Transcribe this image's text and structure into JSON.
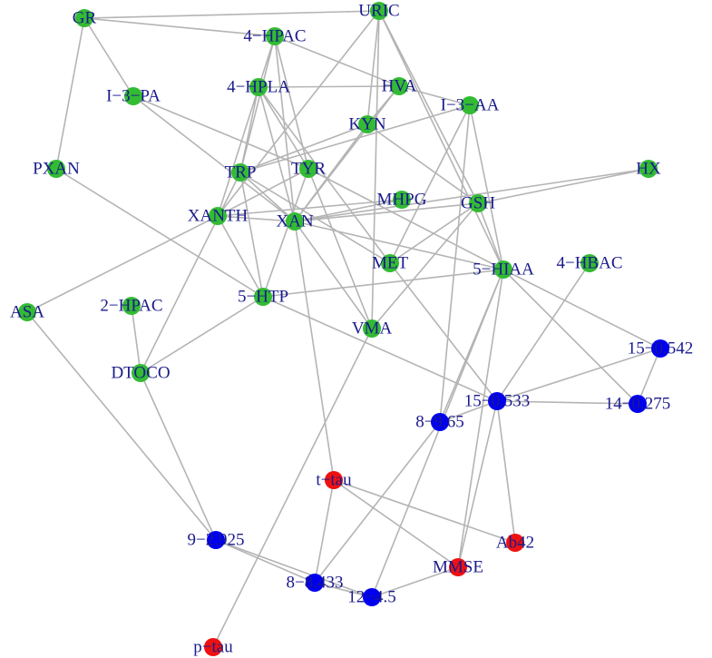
{
  "colors": {
    "green": "#33bb33",
    "blue": "#0000ee",
    "red": "#ee1111",
    "edge": "#b4b4b4",
    "label": "#1a1a8c"
  },
  "nodes": [
    {
      "id": "GR",
      "label": "GR",
      "group": "green"
    },
    {
      "id": "URIC",
      "label": "URIC",
      "group": "green"
    },
    {
      "id": "4-HPAC",
      "label": "4−HPAC",
      "group": "green"
    },
    {
      "id": "I-3-PA",
      "label": "I−3−PA",
      "group": "green"
    },
    {
      "id": "4-HPLA",
      "label": "4−HPLA",
      "group": "green"
    },
    {
      "id": "HVA",
      "label": "HVA",
      "group": "green"
    },
    {
      "id": "I-3-AA",
      "label": "I−3−AA",
      "group": "green"
    },
    {
      "id": "KYN",
      "label": "KYN",
      "group": "green"
    },
    {
      "id": "PXAN",
      "label": "PXAN",
      "group": "green"
    },
    {
      "id": "TRP",
      "label": "TRP",
      "group": "green"
    },
    {
      "id": "TYR",
      "label": "TYR",
      "group": "green"
    },
    {
      "id": "HX",
      "label": "HX",
      "group": "green"
    },
    {
      "id": "XANTH",
      "label": "XANTH",
      "group": "green"
    },
    {
      "id": "XAN",
      "label": "XAN",
      "group": "green"
    },
    {
      "id": "MHPG",
      "label": "MHPG",
      "group": "green"
    },
    {
      "id": "GSH",
      "label": "GSH",
      "group": "green"
    },
    {
      "id": "MET",
      "label": "MET",
      "group": "green"
    },
    {
      "id": "5-HIAA",
      "label": "5−HIAA",
      "group": "green"
    },
    {
      "id": "4-HBAC",
      "label": "4−HBAC",
      "group": "green"
    },
    {
      "id": "ASA",
      "label": "ASA",
      "group": "green"
    },
    {
      "id": "2-HPAC",
      "label": "2−HPAC",
      "group": "green"
    },
    {
      "id": "5-HTP",
      "label": "5−HTP",
      "group": "green"
    },
    {
      "id": "VMA",
      "label": "VMA",
      "group": "green"
    },
    {
      "id": "DTOCO",
      "label": "DTOCO",
      "group": "green"
    },
    {
      "id": "15-0.542",
      "label": "15−0.542",
      "group": "blue"
    },
    {
      "id": "15-0.533",
      "label": "15−0.533",
      "group": "blue"
    },
    {
      "id": "14-0.275",
      "label": "14−0.275",
      "group": "blue"
    },
    {
      "id": "8-9.65",
      "label": "8−9.65",
      "group": "blue"
    },
    {
      "id": "t-tau",
      "label": "t−tau",
      "group": "red"
    },
    {
      "id": "9-2.925",
      "label": "9−2.925",
      "group": "blue"
    },
    {
      "id": "Ab42",
      "label": "Ab42",
      "group": "red"
    },
    {
      "id": "MMSE",
      "label": "MMSE",
      "group": "red"
    },
    {
      "id": "8-8.433",
      "label": "8−8.433",
      "group": "blue"
    },
    {
      "id": "12-4.5",
      "label": "12−4.5",
      "group": "blue"
    },
    {
      "id": "p-tau",
      "label": "p−tau",
      "group": "red"
    }
  ],
  "edges": [
    [
      "GR",
      "4-HPAC"
    ],
    [
      "GR",
      "I-3-PA"
    ],
    [
      "GR",
      "PXAN"
    ],
    [
      "GR",
      "URIC"
    ],
    [
      "4-HPAC",
      "HVA"
    ],
    [
      "4-HPAC",
      "TRP"
    ],
    [
      "4-HPAC",
      "XAN"
    ],
    [
      "4-HPAC",
      "TYR"
    ],
    [
      "4-HPAC",
      "XANTH"
    ],
    [
      "I-3-PA",
      "TYR"
    ],
    [
      "I-3-PA",
      "XAN"
    ],
    [
      "4-HPLA",
      "HVA"
    ],
    [
      "4-HPLA",
      "TRP"
    ],
    [
      "4-HPLA",
      "XAN"
    ],
    [
      "4-HPLA",
      "TYR"
    ],
    [
      "4-HPLA",
      "MET"
    ],
    [
      "URIC",
      "KYN"
    ],
    [
      "URIC",
      "XANTH"
    ],
    [
      "URIC",
      "5-HIAA"
    ],
    [
      "URIC",
      "GSH"
    ],
    [
      "URIC",
      "VMA"
    ],
    [
      "HVA",
      "I-3-AA"
    ],
    [
      "HVA",
      "KYN"
    ],
    [
      "HVA",
      "XAN"
    ],
    [
      "I-3-AA",
      "TRP"
    ],
    [
      "I-3-AA",
      "5-HIAA"
    ],
    [
      "I-3-AA",
      "MET"
    ],
    [
      "I-3-AA",
      "8-9.65"
    ],
    [
      "KYN",
      "TRP"
    ],
    [
      "KYN",
      "XAN"
    ],
    [
      "KYN",
      "GSH"
    ],
    [
      "PXAN",
      "5-HTP"
    ],
    [
      "TRP",
      "5-HTP"
    ],
    [
      "TRP",
      "MET"
    ],
    [
      "TRP",
      "XAN"
    ],
    [
      "TRP",
      "DTOCO"
    ],
    [
      "TYR",
      "XANTH"
    ],
    [
      "TYR",
      "5-HTP"
    ],
    [
      "TYR",
      "5-HIAA"
    ],
    [
      "TYR",
      "VMA"
    ],
    [
      "XANTH",
      "MHPG"
    ],
    [
      "XANTH",
      "ASA"
    ],
    [
      "XANTH",
      "5-HTP"
    ],
    [
      "XANTH",
      "XAN"
    ],
    [
      "XAN",
      "GSH"
    ],
    [
      "XAN",
      "MHPG"
    ],
    [
      "XAN",
      "VMA"
    ],
    [
      "XAN",
      "t-tau"
    ],
    [
      "XAN",
      "5-HIAA"
    ],
    [
      "HX",
      "GSH"
    ],
    [
      "HX",
      "XAN"
    ],
    [
      "GSH",
      "5-HIAA"
    ],
    [
      "GSH",
      "VMA"
    ],
    [
      "GSH",
      "MET"
    ],
    [
      "MET",
      "15-0.533"
    ],
    [
      "5-HIAA",
      "5-HTP"
    ],
    [
      "5-HIAA",
      "15-0.542"
    ],
    [
      "5-HIAA",
      "14-0.275"
    ],
    [
      "5-HIAA",
      "8-9.65"
    ],
    [
      "5-HIAA",
      "12-4.5"
    ],
    [
      "5-HIAA",
      "MMSE"
    ],
    [
      "4-HBAC",
      "15-0.533"
    ],
    [
      "ASA",
      "9-2.925"
    ],
    [
      "2-HPAC",
      "DTOCO"
    ],
    [
      "5-HTP",
      "DTOCO"
    ],
    [
      "5-HTP",
      "15-0.533"
    ],
    [
      "VMA",
      "p-tau"
    ],
    [
      "15-0.542",
      "15-0.533"
    ],
    [
      "15-0.542",
      "14-0.275"
    ],
    [
      "15-0.533",
      "14-0.275"
    ],
    [
      "15-0.533",
      "8-9.65"
    ],
    [
      "15-0.533",
      "Ab42"
    ],
    [
      "15-0.533",
      "MMSE"
    ],
    [
      "8-9.65",
      "8-8.433"
    ],
    [
      "t-tau",
      "Ab42"
    ],
    [
      "t-tau",
      "MMSE"
    ],
    [
      "t-tau",
      "8-8.433"
    ],
    [
      "DTOCO",
      "9-2.925"
    ],
    [
      "9-2.925",
      "8-8.433"
    ],
    [
      "9-2.925",
      "12-4.5"
    ],
    [
      "8-8.433",
      "12-4.5"
    ],
    [
      "12-4.5",
      "MMSE"
    ]
  ]
}
